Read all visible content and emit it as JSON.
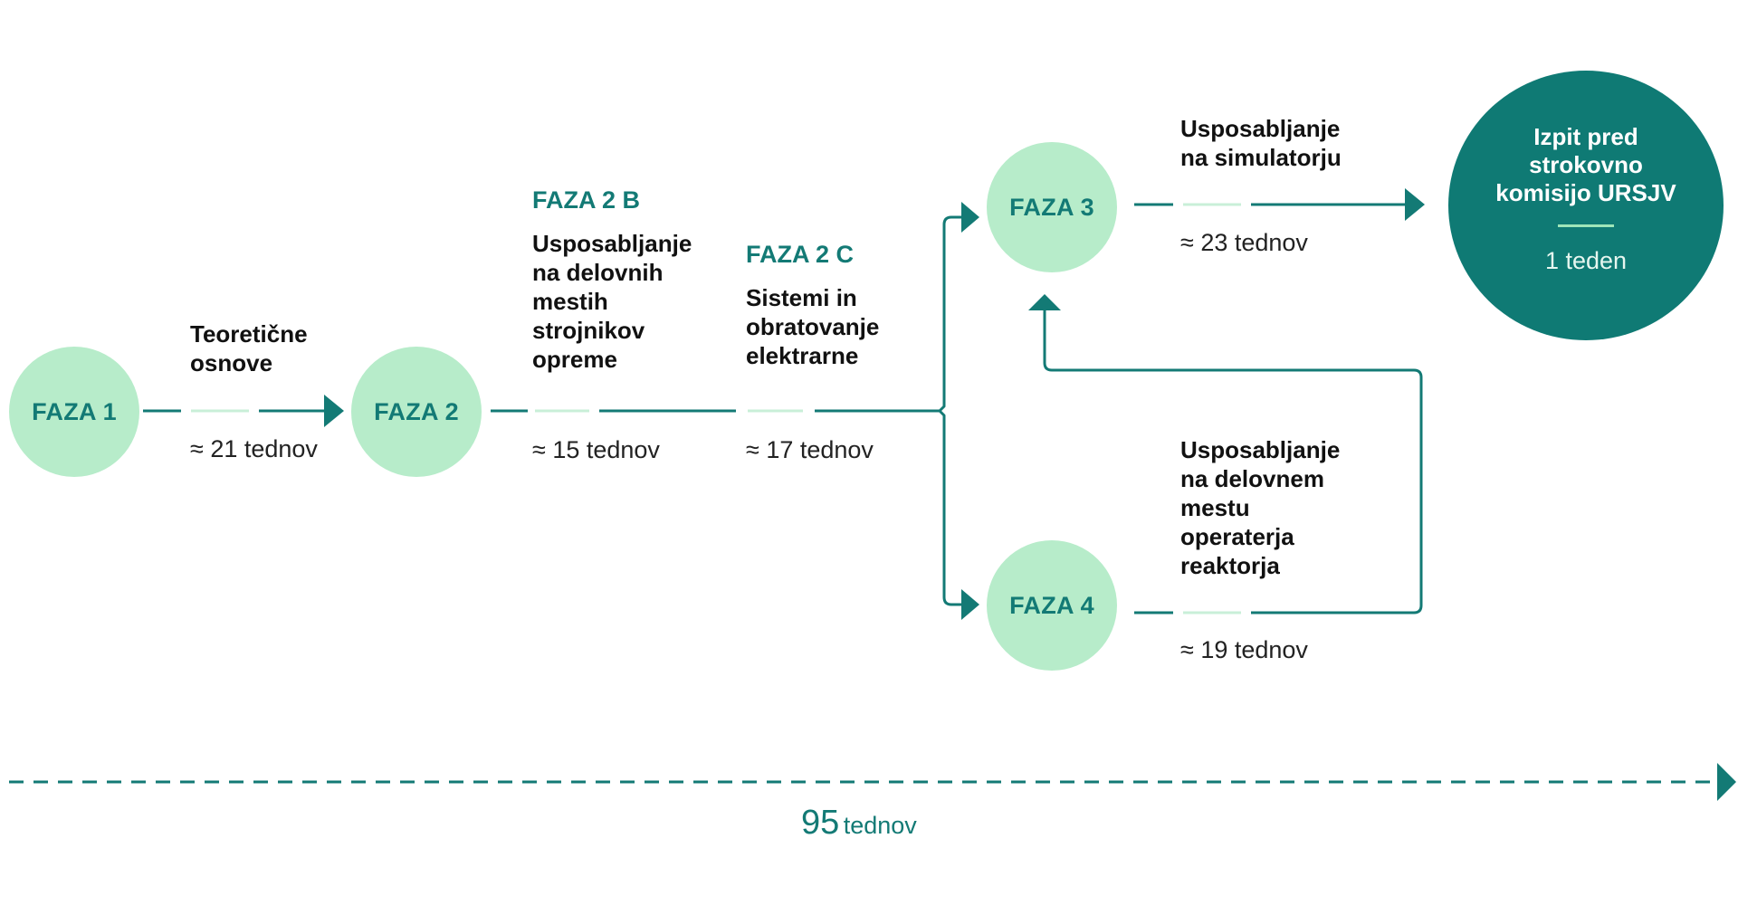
{
  "phases": [
    {
      "name": "FAZA 1"
    },
    {
      "name": "FAZA 2"
    },
    {
      "name": "FAZA 3"
    },
    {
      "name": "FAZA 4"
    }
  ],
  "steps": {
    "theory": {
      "lines": [
        "Teoretične",
        "osnove"
      ],
      "duration": "≈ 21 tednov"
    },
    "p2b": {
      "tag": "FAZA 2 B",
      "lines": [
        "Usposabljanje",
        "na delovnih",
        "mestih",
        "strojnikov",
        "opreme"
      ],
      "duration": "≈ 15 tednov"
    },
    "p2c": {
      "tag": "FAZA 2 C",
      "lines": [
        "Sistemi in",
        "obratovanje",
        "elektrarne"
      ],
      "duration": "≈ 17 tednov"
    },
    "simulator": {
      "lines": [
        "Usposabljanje",
        "na simulatorju"
      ],
      "duration": "≈ 23 tednov"
    },
    "operator": {
      "lines": [
        "Usposabljanje",
        "na delovnem",
        "mestu",
        "operaterja",
        "reaktorja"
      ],
      "duration": "≈ 19 tednov"
    }
  },
  "exam": {
    "lines": [
      "Izpit pred",
      "strokovno",
      "komisijo URSJV"
    ],
    "duration": "1 teden"
  },
  "total": {
    "number": "95",
    "unit": "tednov"
  },
  "colors": {
    "node": "#b7ecca",
    "accent": "#137a75",
    "exam": "#0f7a74",
    "separator": "#c9efd8"
  }
}
